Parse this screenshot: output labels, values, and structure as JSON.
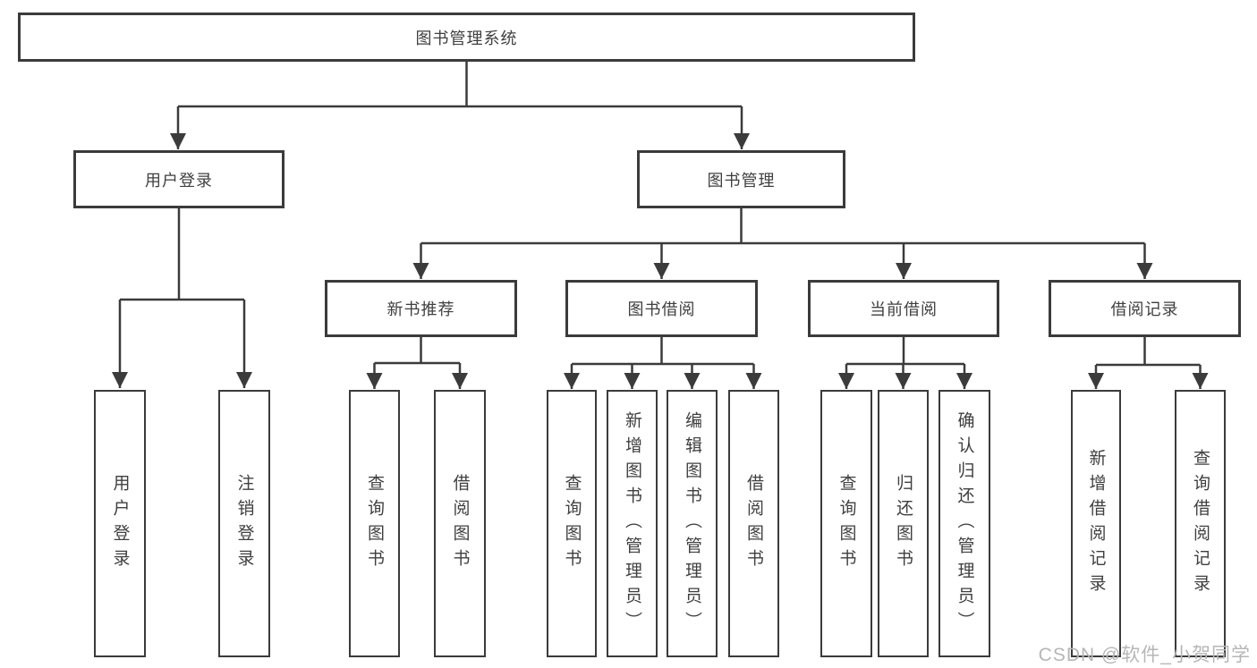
{
  "diagram": {
    "title": "图书管理系统",
    "root": {
      "label": "图书管理系统"
    },
    "level2": [
      {
        "label": "用户登录"
      },
      {
        "label": "图书管理"
      }
    ],
    "level3": [
      {
        "label": "新书推荐",
        "parent": "图书管理"
      },
      {
        "label": "图书借阅",
        "parent": "图书管理"
      },
      {
        "label": "当前借阅",
        "parent": "图书管理"
      },
      {
        "label": "借阅记录",
        "parent": "图书管理"
      }
    ],
    "leaves": [
      {
        "label": "用户登录",
        "parent": "用户登录"
      },
      {
        "label": "注销登录",
        "parent": "用户登录"
      },
      {
        "label": "查询图书",
        "parent": "新书推荐"
      },
      {
        "label": "借阅图书",
        "parent": "新书推荐"
      },
      {
        "label": "查询图书",
        "parent": "图书借阅"
      },
      {
        "label": "新增图书（管理员）",
        "parent": "图书借阅"
      },
      {
        "label": "编辑图书（管理员）",
        "parent": "图书借阅"
      },
      {
        "label": "借阅图书",
        "parent": "图书借阅"
      },
      {
        "label": "查询图书",
        "parent": "当前借阅"
      },
      {
        "label": "归还图书",
        "parent": "当前借阅"
      },
      {
        "label": "确认归还（管理员）",
        "parent": "当前借阅"
      },
      {
        "label": "新增借阅记录",
        "parent": "借阅记录"
      },
      {
        "label": "查询借阅记录",
        "parent": "借阅记录"
      }
    ]
  },
  "watermark": {
    "text": "CSDN @软件_小贺同学"
  },
  "colors": {
    "line": "#3b3b3b",
    "box_border": "#3b3b3b",
    "text": "#3f3f3f",
    "watermark": "#b6b6b6",
    "background": "#ffffff"
  }
}
